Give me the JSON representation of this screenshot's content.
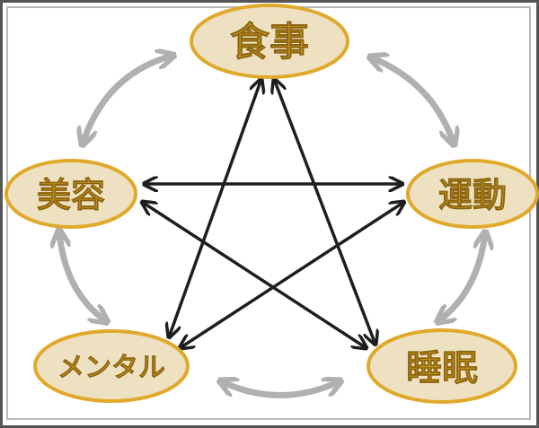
{
  "nodes": {
    "food": {
      "label": "食事"
    },
    "beauty": {
      "label": "美容"
    },
    "exercise": {
      "label": "運動"
    },
    "mental": {
      "label": "メンタル"
    },
    "sleep": {
      "label": "睡眠"
    }
  },
  "colors": {
    "node_fill": "#ede1c2",
    "node_border": "#e0a92c",
    "node_text": "#c9941a",
    "star_arrows": "#1e1e1e",
    "cycle_arrows": "#b0b0b0",
    "frame": "#555555"
  }
}
